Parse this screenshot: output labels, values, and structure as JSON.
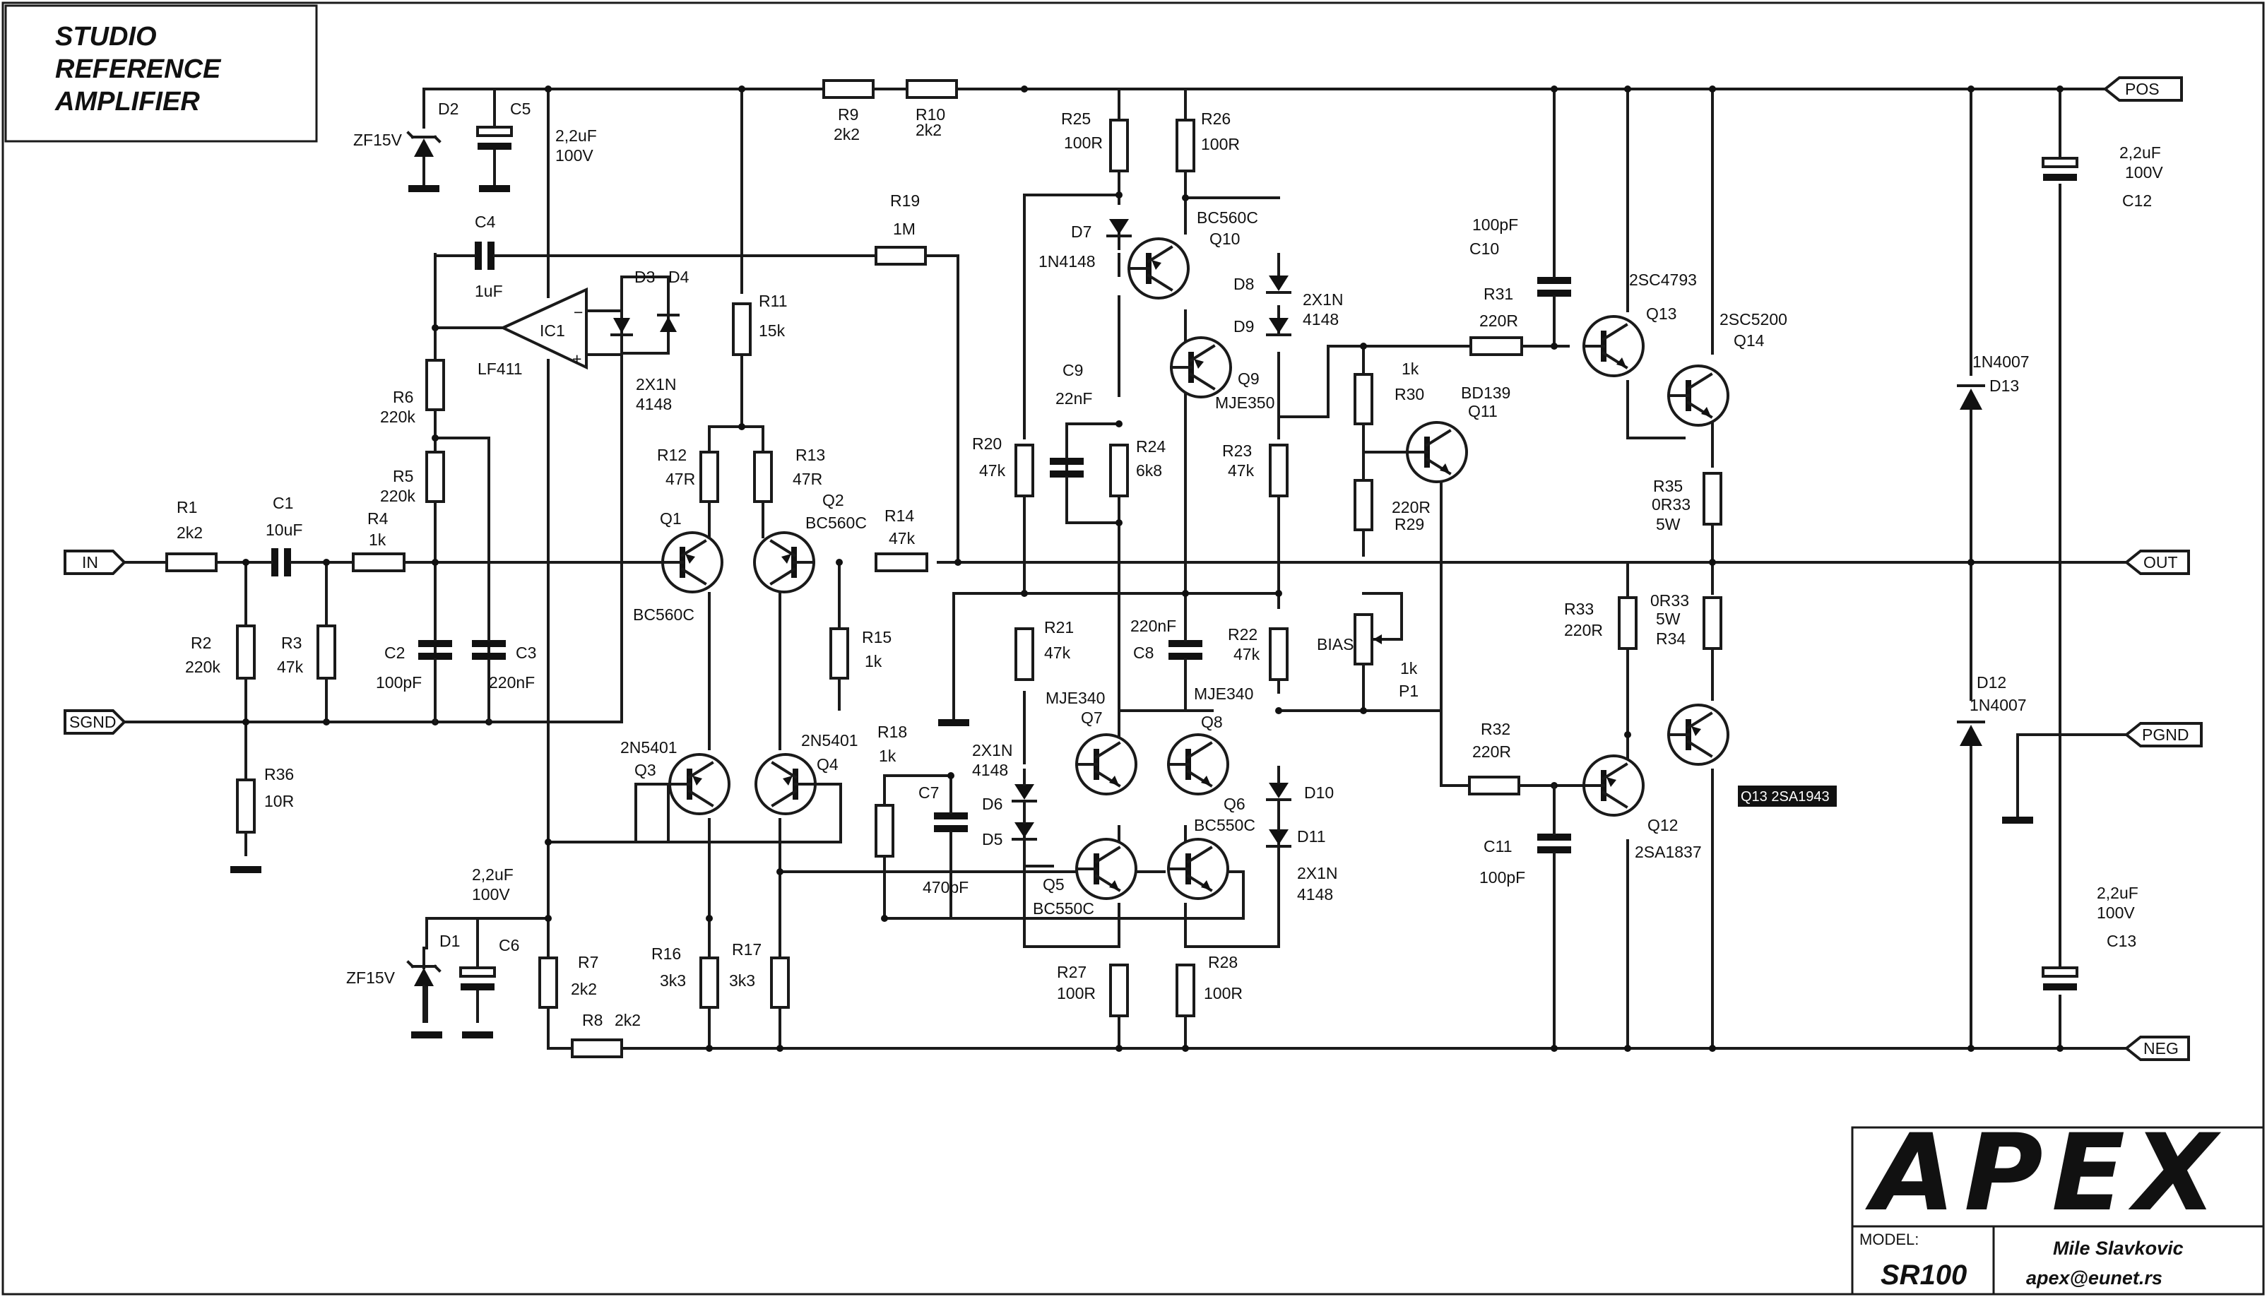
{
  "title": {
    "line1": "STUDIO",
    "line2": "REFERENCE",
    "line3": "AMPLIFIER"
  },
  "ports": {
    "in": "IN",
    "sgnd": "SGND",
    "pos": "POS",
    "out": "OUT",
    "pgnd": "PGND",
    "neg": "NEG"
  },
  "labels": {
    "R1": "R1",
    "R1v": "2k2",
    "C1": "C1",
    "C1v": "10uF",
    "R4": "R4",
    "R4v": "1k",
    "R2": "R2",
    "R2v": "220k",
    "R3": "R3",
    "R3v": "47k",
    "R36": "R36",
    "R36v": "10R",
    "R6": "R6",
    "R6v": "220k",
    "R5": "R5",
    "R5v": "220k",
    "C2": "C2",
    "C2v": "100pF",
    "C3": "C3",
    "C3v": "220nF",
    "C4": "C4",
    "C4v": "1uF",
    "D2": "D2",
    "D2v": "ZF15V",
    "C5": "C5",
    "C5v1": "2,2uF",
    "C5v2": "100V",
    "IC1": "IC1",
    "IC1v": "LF411",
    "D3": "D3",
    "D4": "D4",
    "D34v1": "2X1N",
    "D34v2": "4148",
    "R9": "R9",
    "R9v": "2k2",
    "R10": "R10",
    "R10v": "2k2",
    "R19": "R19",
    "R19v": "1M",
    "R11": "R11",
    "R11v": "15k",
    "R12": "R12",
    "R12v": "47R",
    "R13": "R13",
    "R13v": "47R",
    "Q1": "Q1",
    "Q1v": "BC560C",
    "Q2": "Q2",
    "Q2v": "BC560C",
    "R14": "R14",
    "R14v": "47k",
    "R15": "R15",
    "R15v": "1k",
    "Q3": "Q3",
    "Q3v": "2N5401",
    "Q4": "Q4",
    "Q4v": "2N5401",
    "D1": "D1",
    "D1v": "ZF15V",
    "C6": "C6",
    "C6v1": "2,2uF",
    "C6v2": "100V",
    "R7": "R7",
    "R7v": "2k2",
    "R8": "R8",
    "R8v": "2k2",
    "R16": "R16",
    "R16v": "3k3",
    "R17": "R17",
    "R17v": "3k3",
    "R18": "R18",
    "R18v": "1k",
    "C7": "C7",
    "C7v": "470pF",
    "R25": "R25",
    "R25v": "100R",
    "R26": "R26",
    "R26v": "100R",
    "D7": "D7",
    "D7v": "1N4148",
    "Q10": "Q10",
    "Q10v": "BC560C",
    "D8": "D8",
    "D9": "D9",
    "D89v1": "2X1N",
    "D89v2": "4148",
    "Q9": "Q9",
    "Q9v": "MJE350",
    "C9": "C9",
    "C9v": "22nF",
    "R24": "R24",
    "R24v": "6k8",
    "R20": "R20",
    "R20v": "47k",
    "R23": "R23",
    "R23v": "47k",
    "R21": "R21",
    "R21v": "47k",
    "C8": "C8",
    "C8v": "220nF",
    "R22": "R22",
    "R22v": "47k",
    "Q7": "Q7",
    "Q7v": "MJE340",
    "Q8": "Q8",
    "Q8v": "MJE340",
    "D6": "D6",
    "D5": "D5",
    "D56v1": "2X1N",
    "D56v2": "4148",
    "Q5": "Q5",
    "Q5v": "BC550C",
    "Q6": "Q6",
    "Q6v": "BC550C",
    "D10": "D10",
    "D11": "D11",
    "D1011v1": "2X1N",
    "D1011v2": "4148",
    "R27": "R27",
    "R27v": "100R",
    "R28": "R28",
    "R28v": "100R",
    "C10": "C10",
    "C10v": "100pF",
    "R31": "R31",
    "R31v": "220R",
    "R30": "R30",
    "R30v": "1k",
    "Q11": "Q11",
    "Q11v": "BD139",
    "R29": "R29",
    "R29v": "220R",
    "P1": "P1",
    "P1v": "1k",
    "BIAS": "BIAS",
    "R32": "R32",
    "R32v": "220R",
    "C11": "C11",
    "C11v": "100pF",
    "Q13": "Q13",
    "Q13v": "2SC4793",
    "Q14": "Q14",
    "Q14v": "2SC5200",
    "R35": "R35",
    "R35v1": "0R33",
    "R35v2": "5W",
    "R33": "R33",
    "R33v": "220R",
    "R34": "R34",
    "R34v1": "0R33",
    "R34v2": "5W",
    "Q12": "Q12",
    "Q12v": "2SA1837",
    "note": "Q13  2SA1943",
    "D13": "D13",
    "D13v": "1N4007",
    "D12": "D12",
    "D12v": "1N4007",
    "C12": "C12",
    "C12v1": "2,2uF",
    "C12v2": "100V",
    "C13": "C13",
    "C13v1": "2,2uF",
    "C13v2": "100V"
  },
  "title_block": {
    "logo": "APEX",
    "model_label": "MODEL:",
    "model": "SR100",
    "author": "Mile Slavkovic",
    "email": "apex@eunet.rs"
  }
}
